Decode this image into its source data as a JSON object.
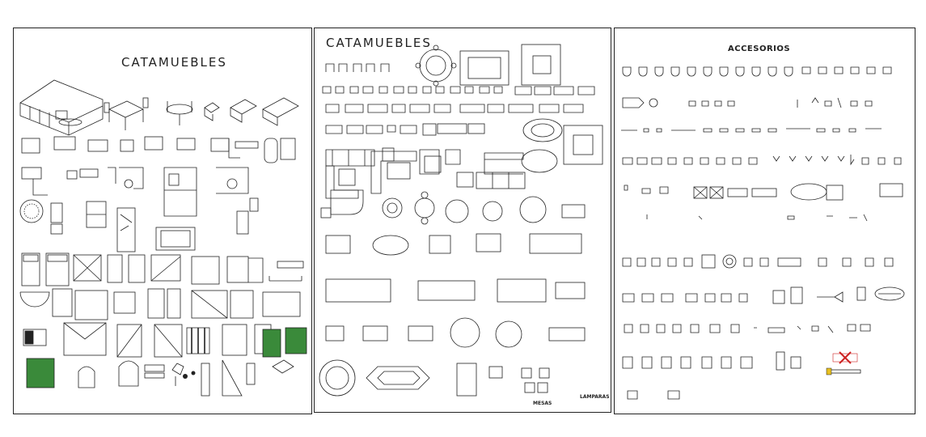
{
  "sheets": [
    {
      "title": "CATAMUEBLES"
    },
    {
      "title": "CATAMUEBLES",
      "labels": {
        "mesas": "MESAS",
        "lamparas": "LAMPARAS"
      }
    },
    {
      "title": "ACCESORIOS"
    }
  ],
  "colors": {
    "line": "#222222",
    "green": "#3a8a3a",
    "red": "#cc2222",
    "yellow": "#e8c020",
    "background": "#ffffff"
  }
}
